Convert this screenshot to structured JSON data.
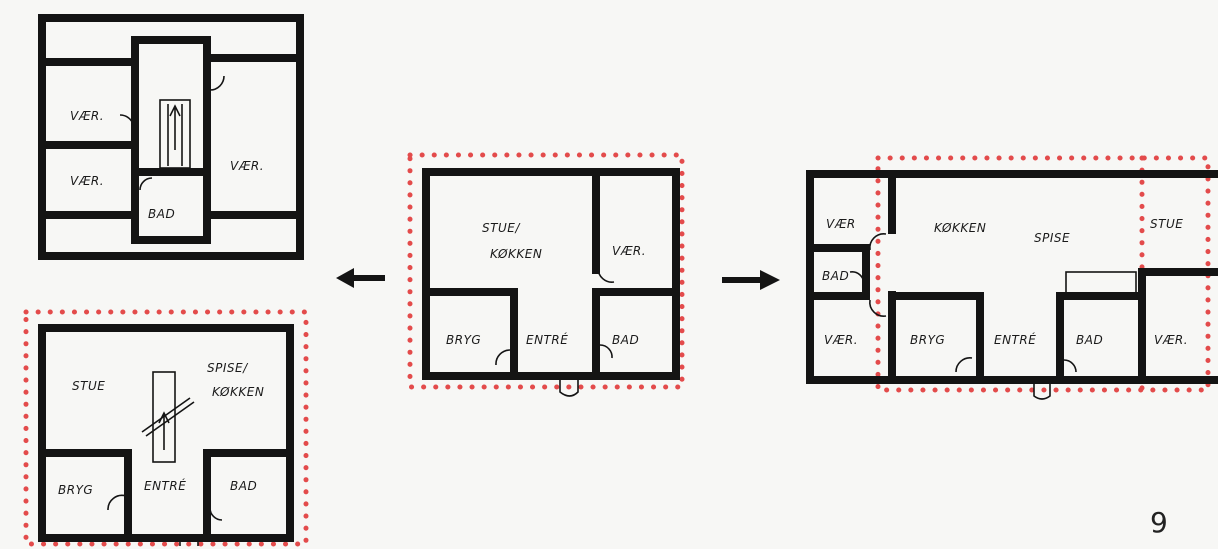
{
  "page_number": "9",
  "colors": {
    "wall": "#141414",
    "outline_dots": "#e34b4b",
    "paper": "#f7f7f5"
  },
  "plans": {
    "upper_floor": {
      "rooms": {
        "vaer_top": "VÆR.",
        "vaer_left": "VÆR.",
        "vaer_right": "VÆR.",
        "bad": "BAD"
      }
    },
    "ground_floor_alt": {
      "rooms": {
        "stue": "STUE",
        "spise_kokken_1": "SPISE/",
        "spise_kokken_2": "KØKKEN",
        "bryg": "BRYG",
        "entre": "ENTRÉ",
        "bad": "BAD"
      }
    },
    "original": {
      "rooms": {
        "stue_kokken_1": "STUE/",
        "stue_kokken_2": "KØKKEN",
        "vaer": "VÆR.",
        "bryg": "BRYG",
        "entre": "ENTRÉ",
        "bad": "BAD"
      }
    },
    "extended": {
      "rooms": {
        "vaer_top": "VÆR",
        "bad_small": "BAD",
        "vaer_bottom": "VÆR.",
        "kokken": "KØKKEN",
        "spise": "SPISE",
        "stue": "STUE",
        "bryg": "BRYG",
        "entre": "ENTRÉ",
        "bad": "BAD",
        "vaer_right": "VÆR."
      }
    }
  }
}
